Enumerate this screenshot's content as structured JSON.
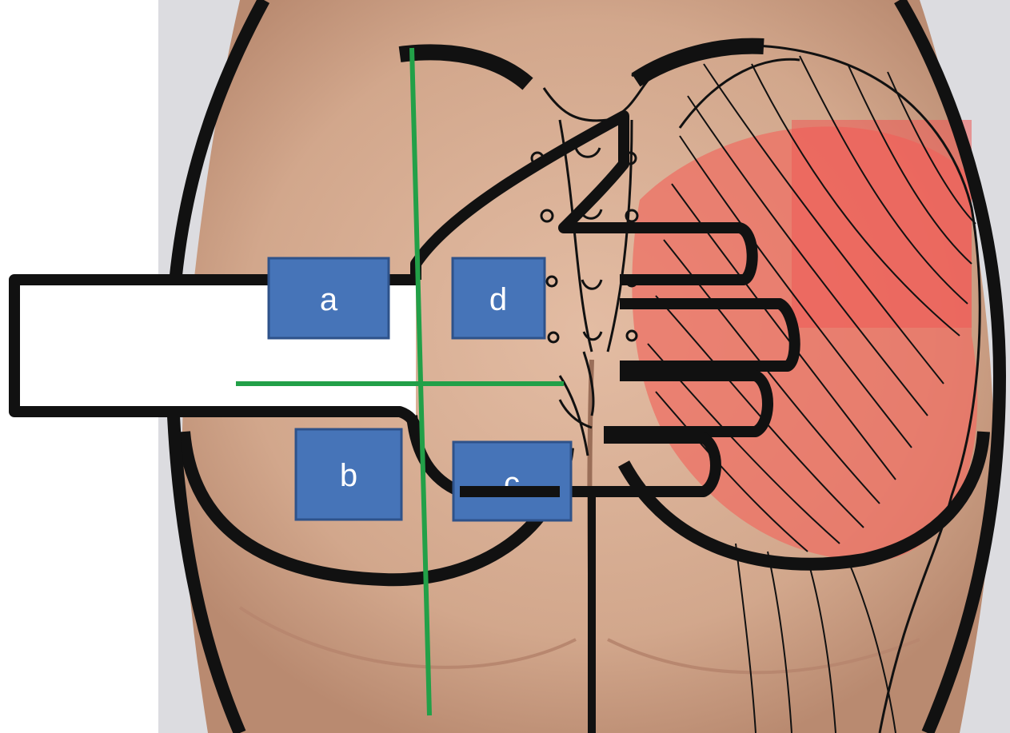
{
  "diagram": {
    "regions": [
      {
        "id": "a",
        "label": "a"
      },
      {
        "id": "d",
        "label": "d"
      },
      {
        "id": "b",
        "label": "b"
      },
      {
        "id": "c",
        "label": "c"
      }
    ],
    "colors": {
      "skin": "#d7ad92",
      "skin_shadow": "#b98a70",
      "background": "#dcdce0",
      "box_fill": "#4674b8",
      "box_stroke": "#2e528a",
      "green_line": "#22a048",
      "muscle": "#ee6f63",
      "outline": "#111111"
    }
  }
}
